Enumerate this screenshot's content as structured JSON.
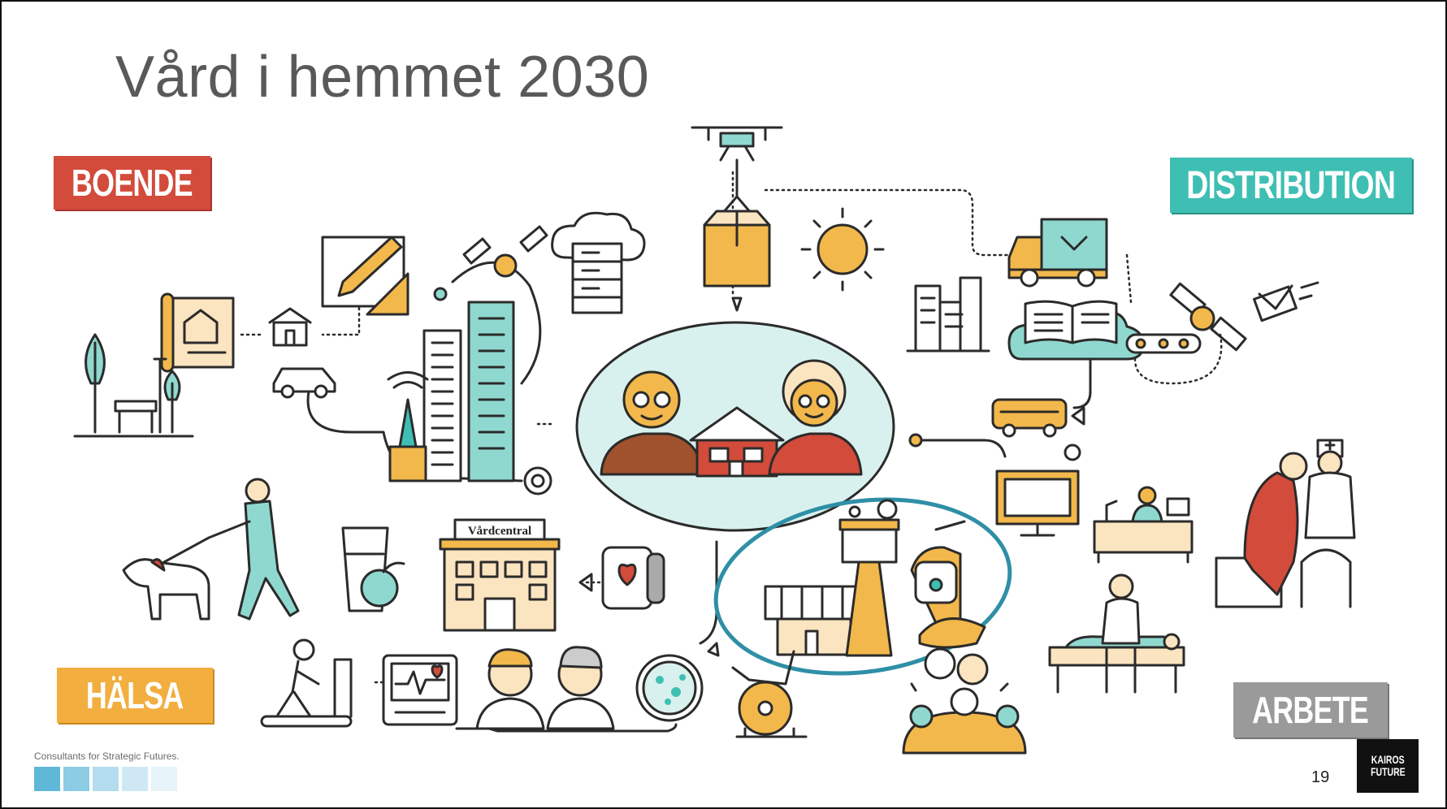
{
  "slide": {
    "title": "Vård i hemmet 2030",
    "page_number": "19",
    "tagline": "Consultants for Strategic Futures.",
    "logo_lines": [
      "KAIROS",
      "FUTURE"
    ]
  },
  "categories": {
    "boende": {
      "label": "BOENDE",
      "color": "#d24b3b"
    },
    "distribution": {
      "label": "DISTRIBUTION",
      "color": "#3fbfb3"
    },
    "halsa": {
      "label": "HÄLSA",
      "color": "#f2ae3f"
    },
    "arbete": {
      "label": "ARBETE",
      "color": "#9a9a9a"
    }
  },
  "illustration": {
    "clinic_sign": "Vårdcentral",
    "icons": [
      "drone-icon",
      "package-icon",
      "sun-icon",
      "truck-icon",
      "city-icon",
      "book-cloud-icon",
      "satellite-icon",
      "mail-icon",
      "bus-icon",
      "monitor-icon",
      "receptionist-icon",
      "nurse-elderly-icon",
      "blueprint-icon",
      "house-icon",
      "tools-icon",
      "skyscraper-icon",
      "server-cloud-icon",
      "tree-bench-icon",
      "car-icon",
      "wifi-tower-icon",
      "dog-walker-icon",
      "drink-apple-icon",
      "clinic-icon",
      "smartwatch-icon",
      "treadmill-icon",
      "heart-monitor-icon",
      "doctor-icon",
      "petri-dish-icon",
      "exercise-bike-icon",
      "control-tower-icon",
      "operator-icon",
      "meeting-icon",
      "massage-icon",
      "elderly-couple-icon"
    ]
  },
  "colors": {
    "outline": "#2b2b2b",
    "teal": "#8fd8cf",
    "teal_light": "#d9f1ee",
    "orange": "#f2b84b",
    "peach": "#fbe4c0",
    "red": "#d24b3b",
    "brown": "#a0522d",
    "circle_ring": "#2e8fa6"
  },
  "footer_squares": [
    "#5fb8d8",
    "#8ccce4",
    "#b3ddee",
    "#cfe9f4",
    "#e6f3f9"
  ]
}
